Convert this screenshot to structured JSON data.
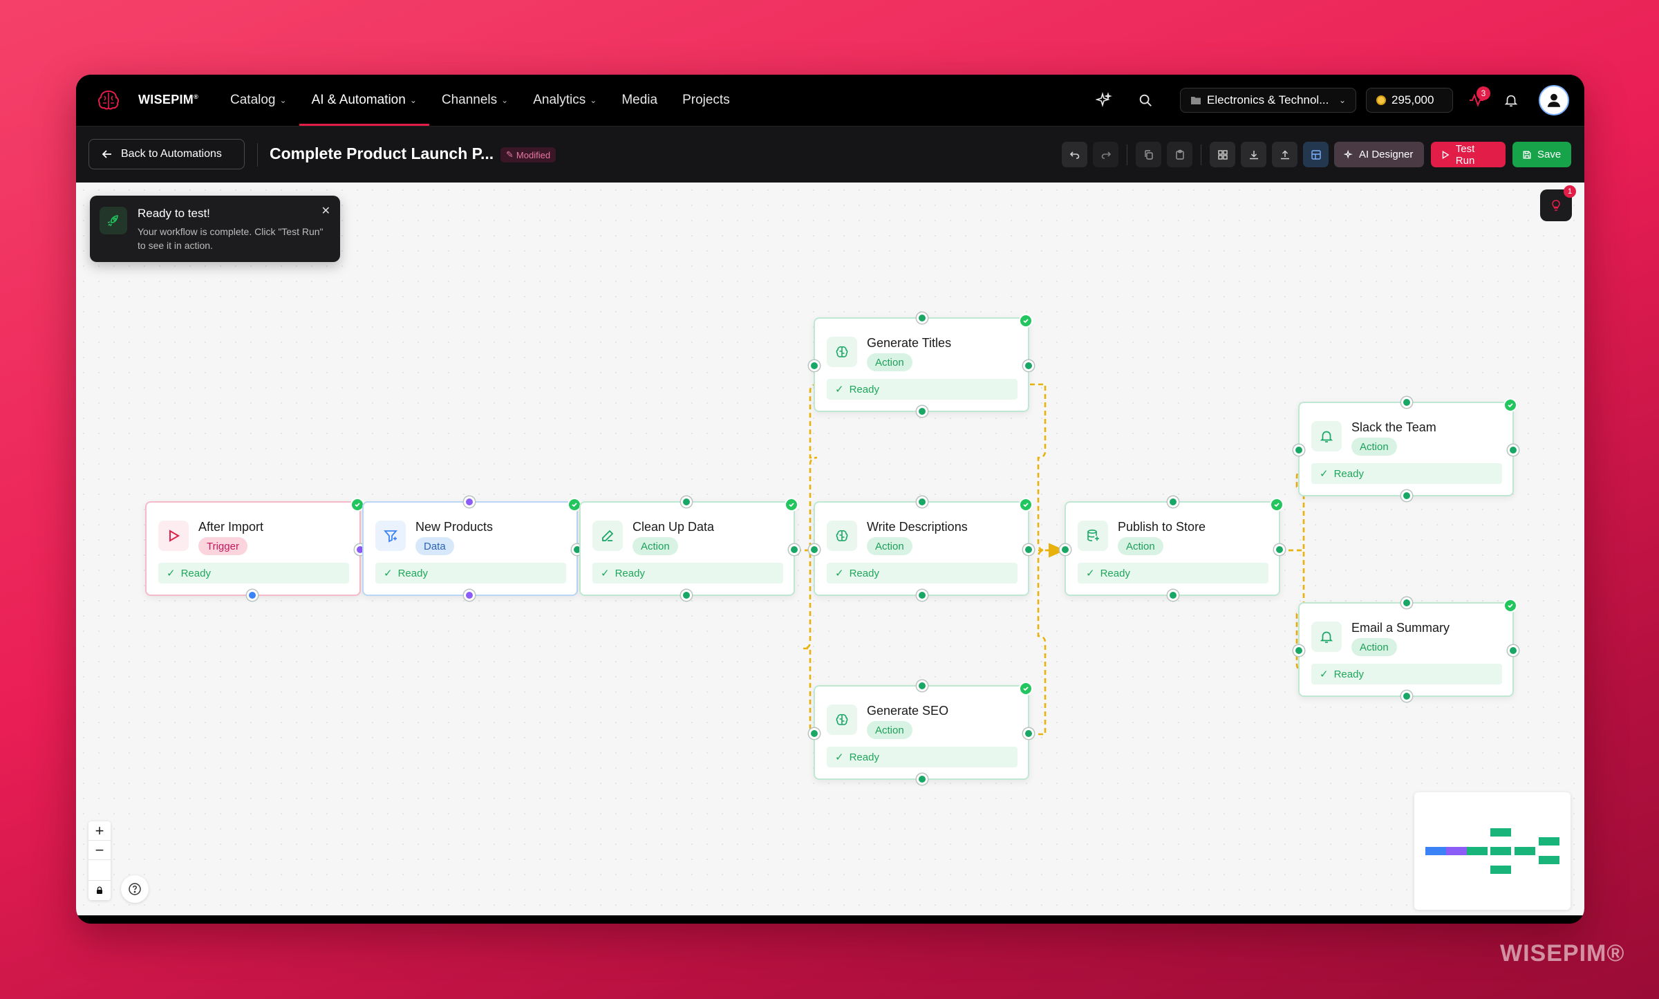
{
  "app": {
    "brand": "WISEPIM",
    "brand_mark": "®",
    "watermark": "WISEPIM®"
  },
  "nav": {
    "items": [
      {
        "label": "Catalog",
        "dropdown": true
      },
      {
        "label": "AI & Automation",
        "dropdown": true,
        "active": true
      },
      {
        "label": "Channels",
        "dropdown": true
      },
      {
        "label": "Analytics",
        "dropdown": true
      },
      {
        "label": "Media",
        "dropdown": false
      },
      {
        "label": "Projects",
        "dropdown": false
      }
    ],
    "store_selector": "Electronics & Technol...",
    "credits": "295,000",
    "activity_badge": "3"
  },
  "toolbar": {
    "back_label": "Back to Automations",
    "workflow_title": "Complete Product Launch P...",
    "modified_label": "Modified",
    "ai_designer_label": "AI Designer",
    "test_run_label": "Test Run",
    "save_label": "Save"
  },
  "toast": {
    "title": "Ready to test!",
    "message": "Your workflow is complete. Click \"Test Run\" to see it in action."
  },
  "hint_badge": "1",
  "nodes": [
    {
      "id": "after-import",
      "title": "After Import",
      "type": "Trigger",
      "status": "Ready"
    },
    {
      "id": "new-products",
      "title": "New Products",
      "type": "Data",
      "status": "Ready"
    },
    {
      "id": "clean-up-data",
      "title": "Clean Up Data",
      "type": "Action",
      "status": "Ready"
    },
    {
      "id": "generate-titles",
      "title": "Generate Titles",
      "type": "Action",
      "status": "Ready"
    },
    {
      "id": "write-descriptions",
      "title": "Write Descriptions",
      "type": "Action",
      "status": "Ready"
    },
    {
      "id": "generate-seo",
      "title": "Generate SEO",
      "type": "Action",
      "status": "Ready"
    },
    {
      "id": "publish-to-store",
      "title": "Publish to Store",
      "type": "Action",
      "status": "Ready"
    },
    {
      "id": "slack-the-team",
      "title": "Slack the Team",
      "type": "Action",
      "status": "Ready"
    },
    {
      "id": "email-a-summary",
      "title": "Email a Summary",
      "type": "Action",
      "status": "Ready"
    }
  ],
  "colors": {
    "accent": "#e11d48",
    "action_green": "#19a765",
    "edge": "#e8b10c",
    "trigger": "#f6b9c9",
    "data": "#b9d6f5",
    "save": "#16a34a"
  },
  "icons": {
    "after-import": "play-icon",
    "new-products": "filter-icon",
    "clean-up-data": "edit-icon",
    "generate-titles": "brain-icon",
    "write-descriptions": "brain-icon",
    "generate-seo": "brain-icon",
    "publish-to-store": "database-icon",
    "slack-the-team": "bell-icon",
    "email-a-summary": "bell-icon"
  }
}
